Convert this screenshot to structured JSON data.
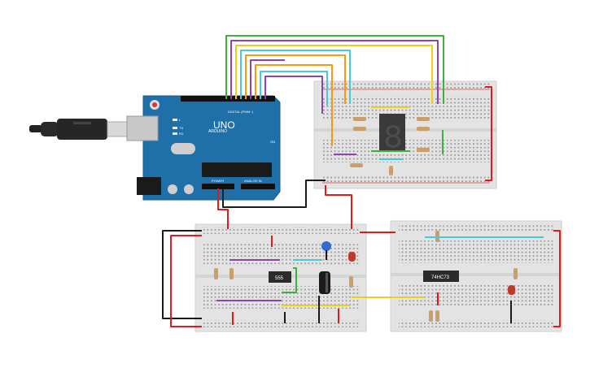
{
  "board": {
    "brand": "ARDUINO",
    "model": "UNO",
    "digital_label": "DIGITAL (PWM~)",
    "power_label": "POWER",
    "analog_label": "ANALOG IN",
    "tx_label": "TX",
    "rx_label": "RX",
    "l_label": "L",
    "on_label": "ON"
  },
  "chips": {
    "timer": "555",
    "counter": "74HC73"
  },
  "display": {
    "digit": "8"
  },
  "colors": {
    "breadboard": "#e3e3e3",
    "arduino": "#1f6fa8",
    "wire_green": "#3cb23c",
    "wire_orange": "#f39c12",
    "wire_purple": "#8e44ad",
    "wire_cyan": "#48c9d8",
    "wire_yellow": "#e8d219",
    "wire_red": "#d62020",
    "wire_black": "#1a1a1a"
  }
}
